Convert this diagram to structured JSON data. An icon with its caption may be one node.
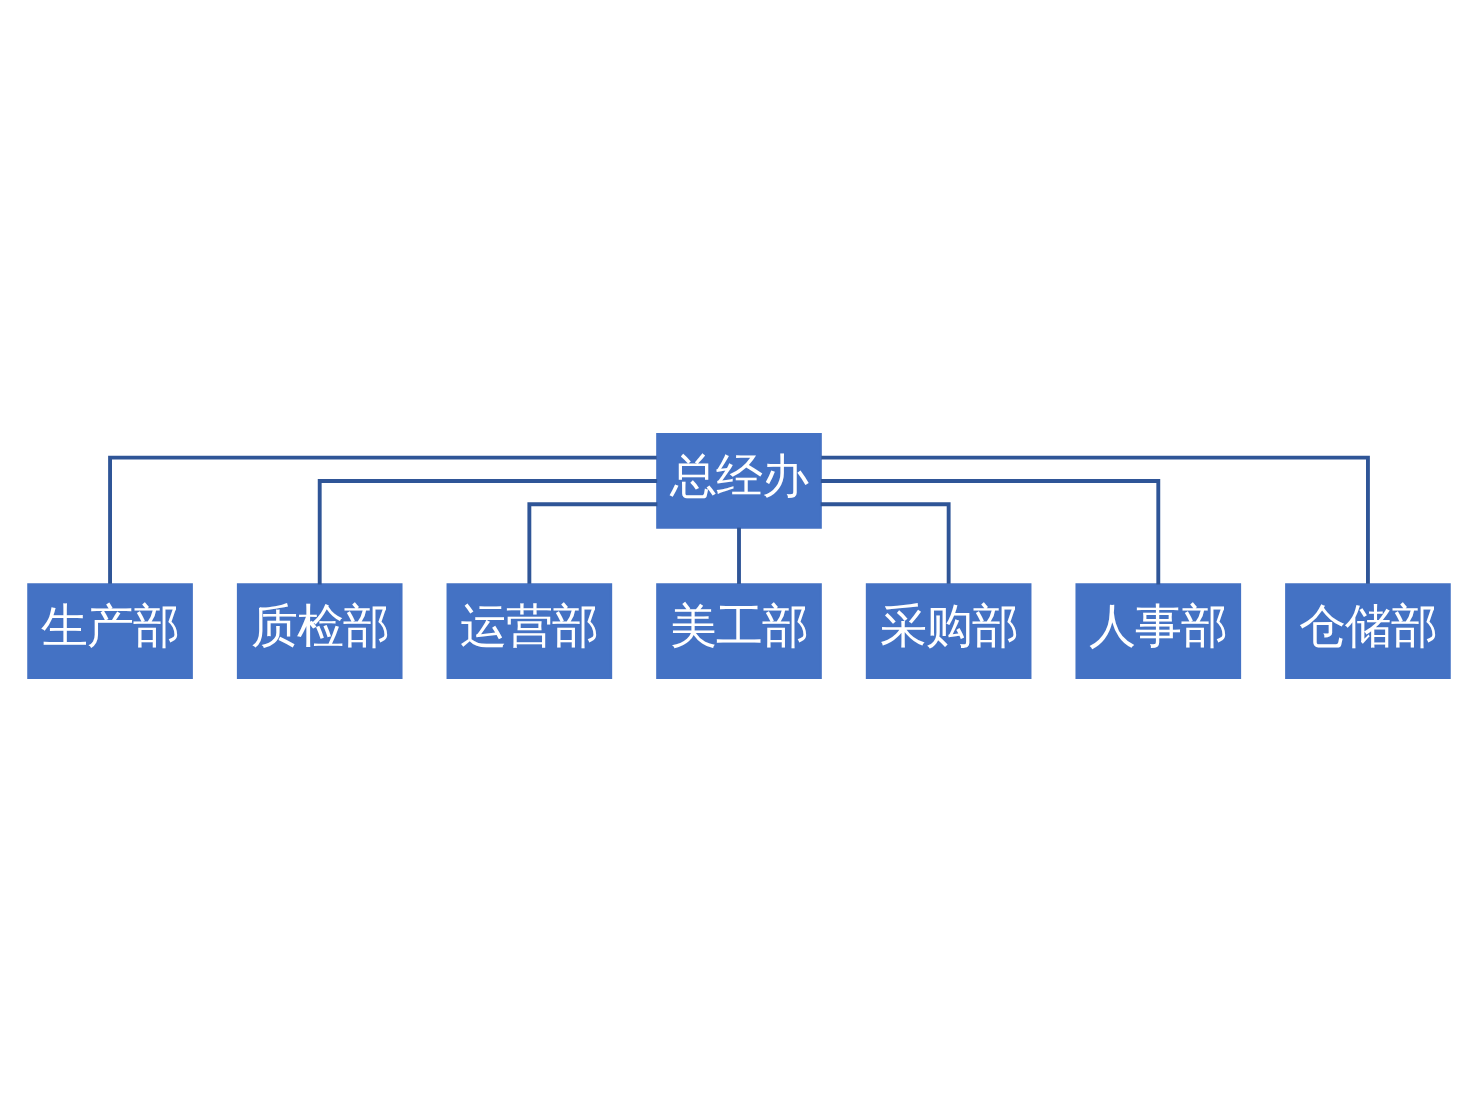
{
  "diagram": {
    "nodes": [
      {
        "text": [
          "总经办"
        ]
      },
      {
        "text": [
          "生产部"
        ]
      },
      {
        "text": [
          "质检部"
        ]
      },
      {
        "text": [
          "运营部"
        ]
      },
      {
        "text": [
          "美工部"
        ]
      },
      {
        "text": [
          "采购部"
        ]
      },
      {
        "text": [
          "人事部"
        ]
      },
      {
        "text": [
          "仓储部"
        ]
      }
    ],
    "edges": [
      {
        "from": 0,
        "to": 1,
        "arrow": "none"
      },
      {
        "from": 0,
        "to": 2,
        "arrow": "none"
      },
      {
        "from": 0,
        "to": 3,
        "arrow": "none"
      },
      {
        "from": 0,
        "to": 4,
        "arrow": "none"
      },
      {
        "from": 0,
        "to": 5,
        "arrow": "none"
      },
      {
        "from": 0,
        "to": 6,
        "arrow": "none"
      },
      {
        "from": 0,
        "to": 7,
        "arrow": "none"
      }
    ]
  }
}
